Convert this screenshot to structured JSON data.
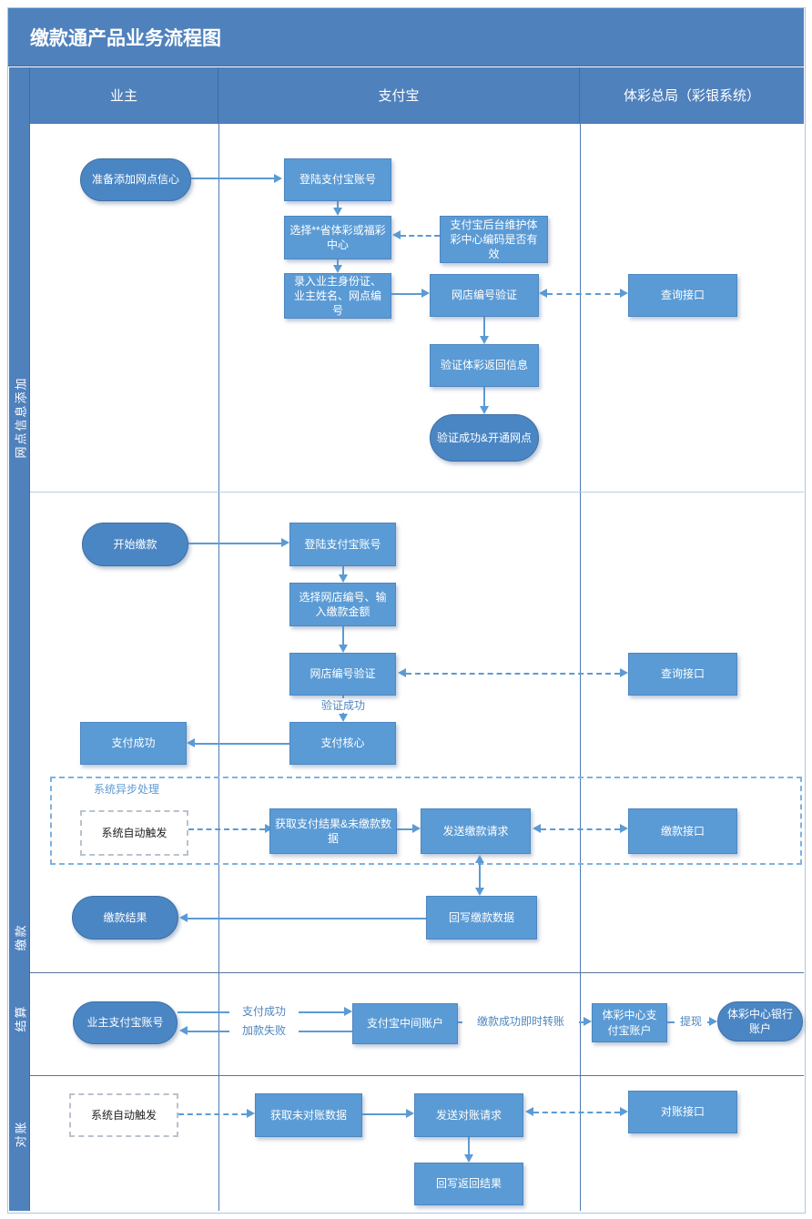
{
  "title": "缴款通产品业务流程图",
  "columns": [
    {
      "label": "业主"
    },
    {
      "label": "支付宝"
    },
    {
      "label": "体彩总局（彩银系统）"
    }
  ],
  "lanes": [
    {
      "label": "网点信息添加"
    },
    {
      "label": "缴款"
    },
    {
      "label": "结算"
    },
    {
      "label": "对账"
    }
  ],
  "nodes": {
    "prepare_add_outlet": "准备添加网点信心",
    "login_alipay_1": "登陆支付宝账号",
    "choose_center": "选择**省体彩或福彩中心",
    "backend_maintain": "支付宝后台维护体彩中心编码是否有效",
    "enter_owner_info": "录入业主身份证、业主姓名、网点编号",
    "shop_code_verify_1": "网店编号验证",
    "query_api_1": "查询接口",
    "verify_ticai_return": "验证体彩返回信息",
    "verify_ok_open": "验证成功&开通网点",
    "start_payment": "开始缴款",
    "login_alipay_2": "登陆支付宝账号",
    "choose_shop_amount": "选择网店编号、输入缴款金额",
    "shop_code_verify_2": "网店编号验证",
    "query_api_2": "查询接口",
    "pay_core": "支付核心",
    "pay_success_box": "支付成功",
    "auto_trigger_1": "系统自动触发",
    "get_pay_result": "获取支付结果&未缴款数据",
    "send_pay_request": "发送缴款请求",
    "pay_api": "缴款接口",
    "writeback_pay_data": "回写缴款数据",
    "pay_result": "缴款结果",
    "owner_alipay_account": "业主支付宝账号",
    "alipay_middle_account": "支付宝中间账户",
    "ticai_alipay_account": "体彩中心支付宝账户",
    "ticai_bank_account": "体彩中心银行账户",
    "auto_trigger_2": "系统自动触发",
    "get_unreconciled": "获取未对账数据",
    "send_recon_request": "发送对账请求",
    "recon_api": "对账接口",
    "writeback_result": "回写返回结果"
  },
  "edge_labels": {
    "verify_success": "验证成功",
    "async_group": "系统异步处理",
    "pay_success": "支付成功",
    "add_fail": "加款失败",
    "instant_transfer": "缴款成功即时转账",
    "withdraw": "提现"
  },
  "colors": {
    "band": "#4f81bd",
    "process_box": "#5b9bd5",
    "terminator": "#4b86c4",
    "connector": "#5b9bd5"
  }
}
